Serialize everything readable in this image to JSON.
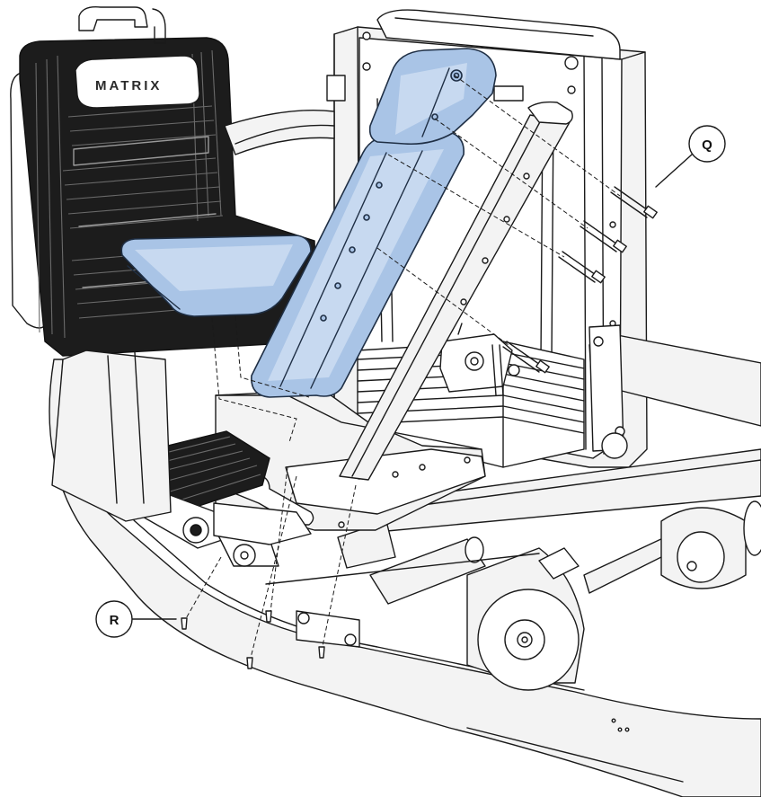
{
  "brand_logo": "MATRIX",
  "callouts": {
    "q": "Q",
    "r": "R"
  },
  "colors": {
    "pad_fill": "#a9c4e6",
    "pad_stroke": "#1f2f45",
    "seat_back": "#1c1c1c",
    "frame": "#f3f3f3",
    "line": "#1a1a1a"
  }
}
